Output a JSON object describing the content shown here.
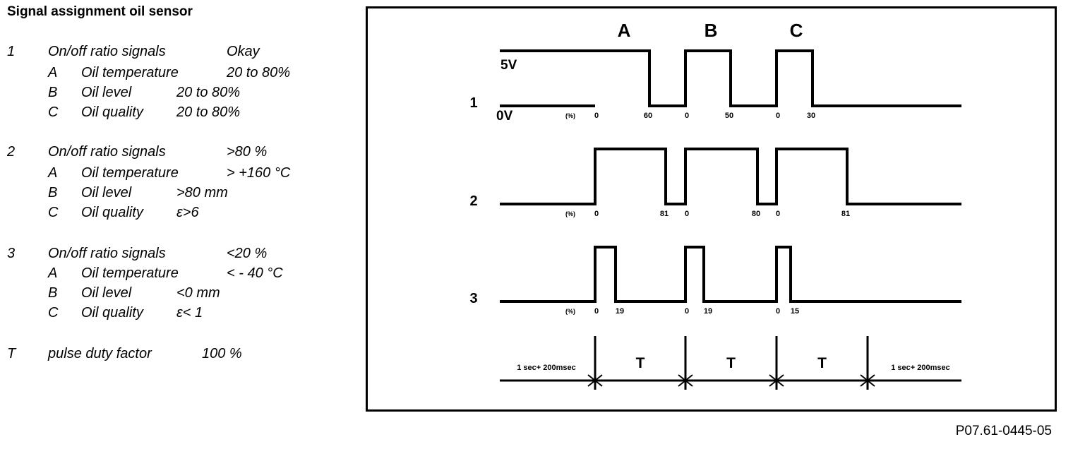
{
  "title": "Signal assignment oil sensor",
  "groups": [
    {
      "num": "1",
      "heading": "On/off ratio signals",
      "status": "Okay",
      "items": [
        {
          "letter": "A",
          "name": "Oil temperature",
          "value": "20 to 80%"
        },
        {
          "letter": "B",
          "name": "Oil level",
          "value": "20 to 80%"
        },
        {
          "letter": "C",
          "name": "Oil quality",
          "value": "20 to 80%"
        }
      ]
    },
    {
      "num": "2",
      "heading": "On/off ratio signals",
      "status": ">80 %",
      "items": [
        {
          "letter": "A",
          "name": "Oil temperature",
          "value": "> +160 °C"
        },
        {
          "letter": "B",
          "name": "Oil level",
          "value": ">80 mm"
        },
        {
          "letter": "C",
          "name": "Oil quality",
          "value": "ε>6"
        }
      ]
    },
    {
      "num": "3",
      "heading": "On/off ratio signals",
      "status": "<20 %",
      "items": [
        {
          "letter": "A",
          "name": "Oil temperature",
          "value": "< - 40 °C"
        },
        {
          "letter": "B",
          "name": "Oil level",
          "value": "<0 mm"
        },
        {
          "letter": "C",
          "name": "Oil quality",
          "value": "ε< 1"
        }
      ]
    }
  ],
  "t_row": {
    "letter": "T",
    "label": "pulse duty factor",
    "value": "100 %"
  },
  "diagram": {
    "headers": [
      "A",
      "B",
      "C"
    ],
    "level_high": "5V",
    "level_low": "0V",
    "unit": "(%)",
    "period_label": "T",
    "side_label": "1 sec+ 200msec",
    "traces": [
      {
        "label": "1",
        "ticks": [
          [
            "0",
            "60"
          ],
          [
            "0",
            "50"
          ],
          [
            "0",
            "30"
          ]
        ],
        "duty": [
          0.6,
          0.5,
          0.4
        ]
      },
      {
        "label": "2",
        "ticks": [
          [
            "0",
            "81"
          ],
          [
            "0",
            "80"
          ],
          [
            "0",
            "81"
          ]
        ],
        "duty": [
          0.78,
          0.8,
          0.78
        ]
      },
      {
        "label": "3",
        "ticks": [
          [
            "0",
            "19"
          ],
          [
            "0",
            "19"
          ],
          [
            "0",
            "15"
          ]
        ],
        "duty": [
          0.23,
          0.2,
          0.16
        ]
      }
    ]
  },
  "figure_code": "P07.61-0445-05"
}
